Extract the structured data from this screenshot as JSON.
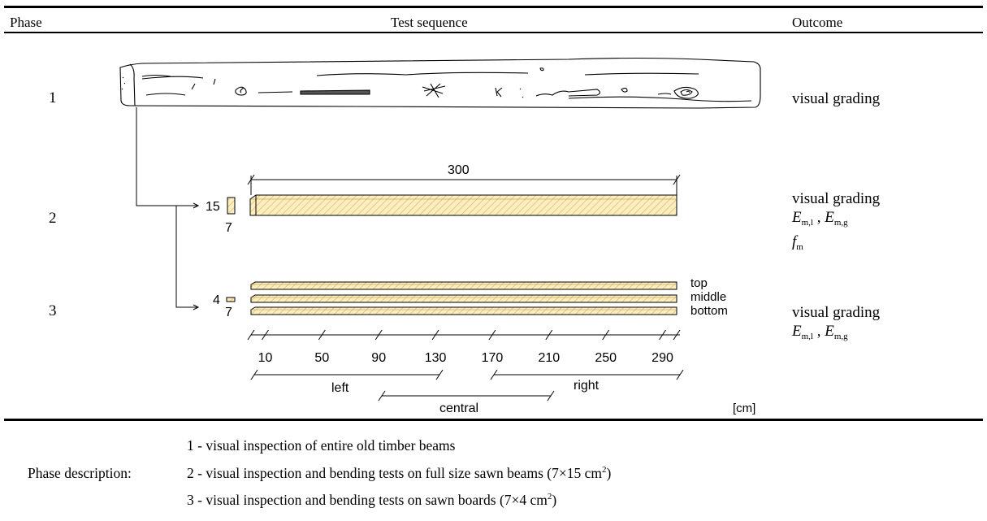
{
  "header": {
    "phase": "Phase",
    "test_sequence": "Test sequence",
    "outcome": "Outcome"
  },
  "phases": [
    {
      "number": "1",
      "outcome_lines": [
        "visual grading"
      ]
    },
    {
      "number": "2",
      "outcome_lines": [
        "visual grading",
        "E_m,l , E_m,g",
        "f_m"
      ]
    },
    {
      "number": "3",
      "outcome_lines": [
        "visual grading",
        "E_m,l , E_m,g"
      ]
    }
  ],
  "diagram": {
    "beam_length": "300",
    "section_phase2": {
      "height": "15",
      "width": "7"
    },
    "section_phase3": {
      "height": "4",
      "width": "7"
    },
    "board_labels": [
      "top",
      "middle",
      "bottom"
    ],
    "positions": [
      "10",
      "50",
      "90",
      "130",
      "170",
      "210",
      "250",
      "290"
    ],
    "zones": [
      "left",
      "central",
      "right"
    ],
    "unit": "[cm]"
  },
  "description": {
    "label": "Phase description:",
    "lines": [
      "1 - visual inspection of entire old timber beams",
      "2 - visual inspection and bending tests on full size sawn beams (7×15 cm",
      "3 - visual inspection and bending tests on sawn boards (7×4 cm"
    ],
    "superscript": "2",
    "suffix": ")"
  },
  "colors": {
    "timber_fill": "#fbeec3",
    "timber_hatch": "#e3b85a",
    "line": "#000000"
  }
}
